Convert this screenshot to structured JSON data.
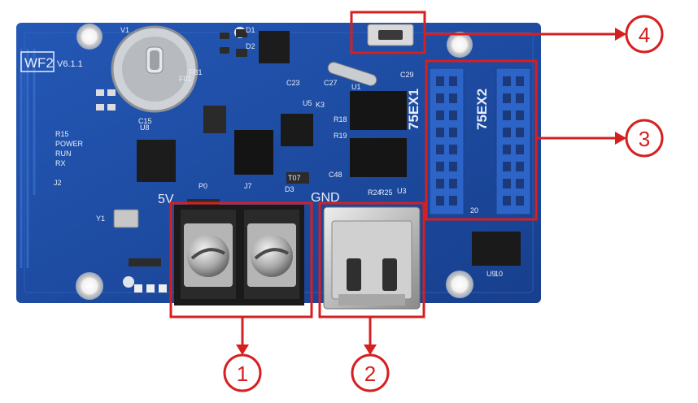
{
  "board": {
    "model": "WF2",
    "version": "V6.1.1",
    "header_labels": [
      "75EX1",
      "75EX2"
    ],
    "power_label": "5V",
    "ground_label": "GND",
    "component_labels": [
      "V1",
      "U8",
      "U1",
      "U3",
      "U5",
      "U9",
      "J2",
      "J7",
      "Y1",
      "D3",
      "C15",
      "C23",
      "C27",
      "C29",
      "C48",
      "R15",
      "R18",
      "R19",
      "R24",
      "R25",
      "POWER",
      "RUN",
      "RX",
      "F01",
      "D1",
      "D2",
      "FB1",
      "T07",
      "K3",
      "20",
      "P0",
      "10"
    ]
  },
  "callouts": [
    {
      "number": "1",
      "target": "power-terminal-block"
    },
    {
      "number": "2",
      "target": "usb-port"
    },
    {
      "number": "3",
      "target": "hub75-headers"
    },
    {
      "number": "4",
      "target": "tact-button"
    }
  ],
  "colors": {
    "pcb": "#1d4fa8",
    "callout": "#d62020",
    "header": "#2d64c8"
  }
}
